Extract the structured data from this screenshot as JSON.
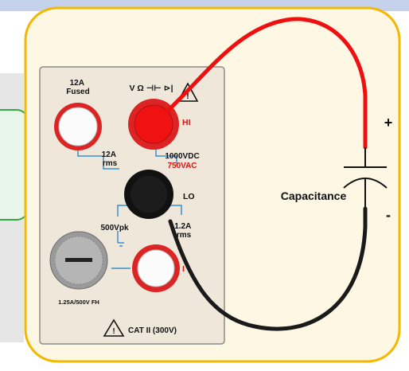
{
  "panel": {
    "current_terminal_label": "12A\nFused",
    "volt_terminal_symbols": "V Ω ⊣⊢ ⊳|",
    "hi_label": "HI",
    "rms_12a_label": "12A\nrms",
    "vdc_rating": "1000VDC",
    "vac_rating": "750VAC",
    "lo_label": "LO",
    "vpk_label": "500Vpk",
    "rms_12a_right_label": "1.2A\nrms",
    "i_label": "I",
    "fuse_rating": "1.25A/500V FH",
    "category_rating": "CAT II (300V)"
  },
  "circuit": {
    "component_label": "Capacitance",
    "plus_sign": "+",
    "minus_sign": "-"
  },
  "colors": {
    "frame_fill": "#fdf7e3",
    "frame_border": "#f5b800",
    "panel_fill": "#efe8da",
    "panel_border": "#8a8a8a",
    "red_lead": "#ee1010",
    "black_lead": "#1a1a1a",
    "terminal_red": "#dc2424",
    "trace_blue": "#3a8fd0",
    "callout_fill": "#e8f6ea",
    "callout_border": "#3aa64a",
    "top_strip": "#c4d2ec"
  }
}
